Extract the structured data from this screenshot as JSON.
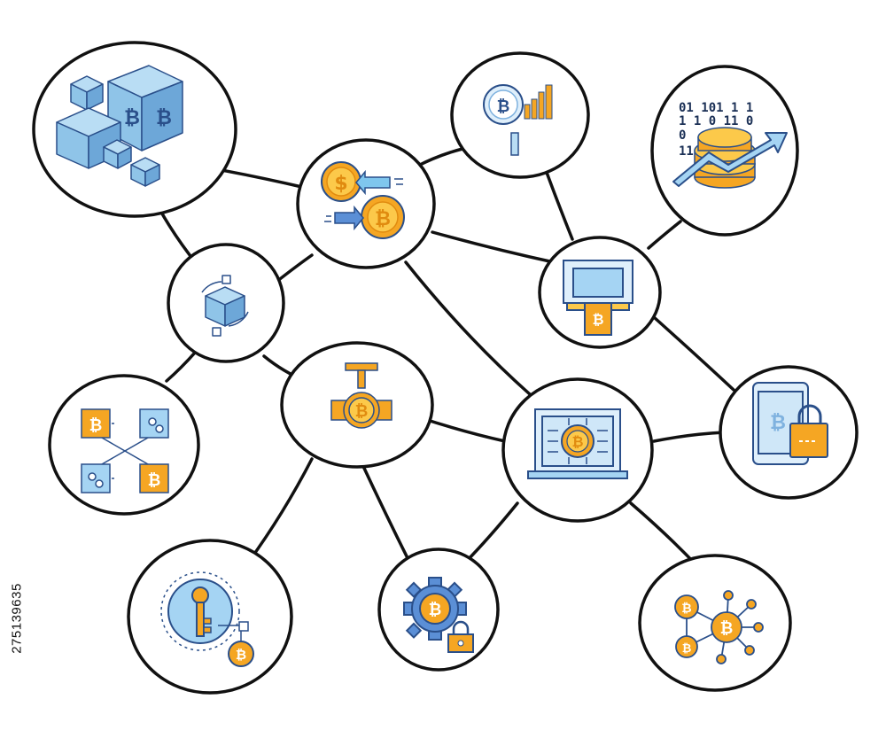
{
  "diagram": {
    "binary_text_rows": [
      "01 101 1 1",
      "1 1 0 11 0",
      "0",
      "11"
    ],
    "currency_symbols": {
      "dollar": "$",
      "bitcoin": "₿"
    },
    "stock_id": "275139635"
  }
}
